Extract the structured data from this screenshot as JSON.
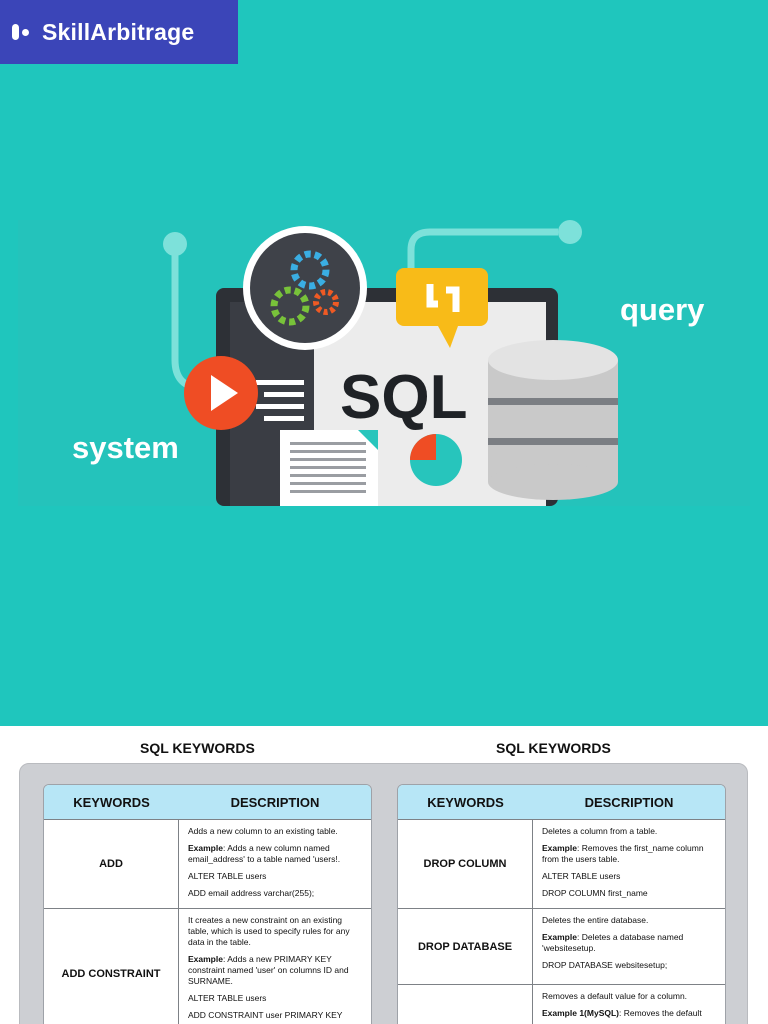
{
  "brand": {
    "name": "SkillArbitrage"
  },
  "illustration": {
    "label_system": "system",
    "label_sql": "SQL",
    "label_query": "query"
  },
  "sheet": {
    "left_title": "SQL KEYWORDS",
    "right_title": "SQL KEYWORDS",
    "headers": {
      "keywords": "KEYWORDS",
      "description": "DESCRIPTION"
    },
    "left_rows": [
      {
        "keyword": "ADD",
        "desc": "Adds a new column to an existing table.",
        "example_label": "Example",
        "example": ": Adds a new column named email_address' to a table named 'users!.",
        "code1": "ALTER TABLE users",
        "code2": "ADD email address varchar(255);"
      },
      {
        "keyword": "ADD CONSTRAINT",
        "desc": "It creates a new constraint on an existing table, which is used to specify rules for any data in the table.",
        "example_label": "Example",
        "example": ": Adds a new PRIMARY KEY constraint named 'user' on columns ID and SURNAME.",
        "code1": "ALTER TABLE users",
        "code2": "ADD CONSTRAINT user PRIMARY KEY"
      }
    ],
    "right_rows": [
      {
        "keyword": "DROP COLUMN",
        "desc": "Deletes a column from a table.",
        "example_label": "Example",
        "example": ": Removes the first_name column from the users table.",
        "code1": "ALTER TABLE users",
        "code2": "DROP COLUMN first_name"
      },
      {
        "keyword": "DROP DATABASE",
        "desc": "Deletes the entire database.",
        "example_label": "Example",
        "example": ":  Deletes a database named 'websitesetup.",
        "code1": "DROP DATABASE websitesetup;",
        "code2": ""
      },
      {
        "keyword": "",
        "desc": "Removes a default value for a column.",
        "example_label": "Example 1(MySQL)",
        "example": ": Removes the default",
        "code1": "",
        "code2": ""
      }
    ]
  }
}
